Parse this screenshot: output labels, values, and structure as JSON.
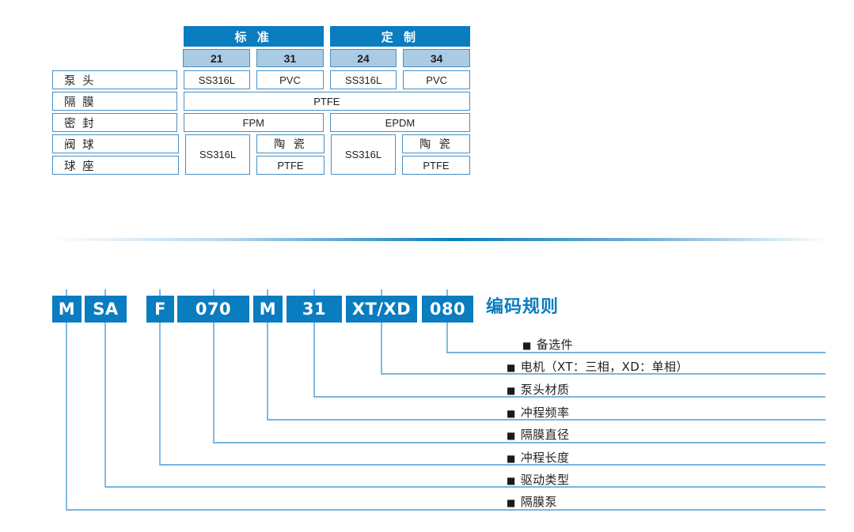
{
  "material_table": {
    "headers": {
      "standard": "标 准",
      "custom": "定 制",
      "codes": [
        "21",
        "31",
        "24",
        "34"
      ]
    },
    "rows": [
      {
        "label": "泵 头",
        "cells": [
          "SS316L",
          "PVC",
          "SS316L",
          "PVC"
        ]
      },
      {
        "label": "隔 膜",
        "cells": [
          "PTFE"
        ]
      },
      {
        "label": "密 封",
        "cells": [
          "FPM",
          "EPDM"
        ]
      },
      {
        "label": "阀 球",
        "cells": [
          "SS316L",
          "陶 瓷",
          "SS316L",
          "陶 瓷"
        ]
      },
      {
        "label": "球 座",
        "cells": [
          "SS316L",
          "PTFE",
          "SS316L",
          "PTFE"
        ]
      }
    ]
  },
  "coding_rules": {
    "title": "编码规则",
    "code_boxes": [
      {
        "value": "M"
      },
      {
        "value": "SA"
      },
      {
        "value": "F"
      },
      {
        "value": "070"
      },
      {
        "value": "M"
      },
      {
        "value": "31"
      },
      {
        "value": "XT/XD"
      },
      {
        "value": "080"
      }
    ],
    "legend": [
      {
        "bullet": "■",
        "text": "备选件"
      },
      {
        "bullet": "■",
        "text": "电机（XT：三相，XD：单相）"
      },
      {
        "bullet": "■",
        "text": "泵头材质"
      },
      {
        "bullet": "■",
        "text": "冲程频率"
      },
      {
        "bullet": "■",
        "text": "隔膜直径"
      },
      {
        "bullet": "■",
        "text": "冲程长度"
      },
      {
        "bullet": "■",
        "text": "驱动类型"
      },
      {
        "bullet": "■",
        "text": "隔膜泵"
      }
    ]
  },
  "colors": {
    "primary_blue": "#0a7cc0",
    "light_blue": "#a9cbe4",
    "border_blue": "#4a8fc4",
    "connector_blue": "#3f96cd"
  }
}
